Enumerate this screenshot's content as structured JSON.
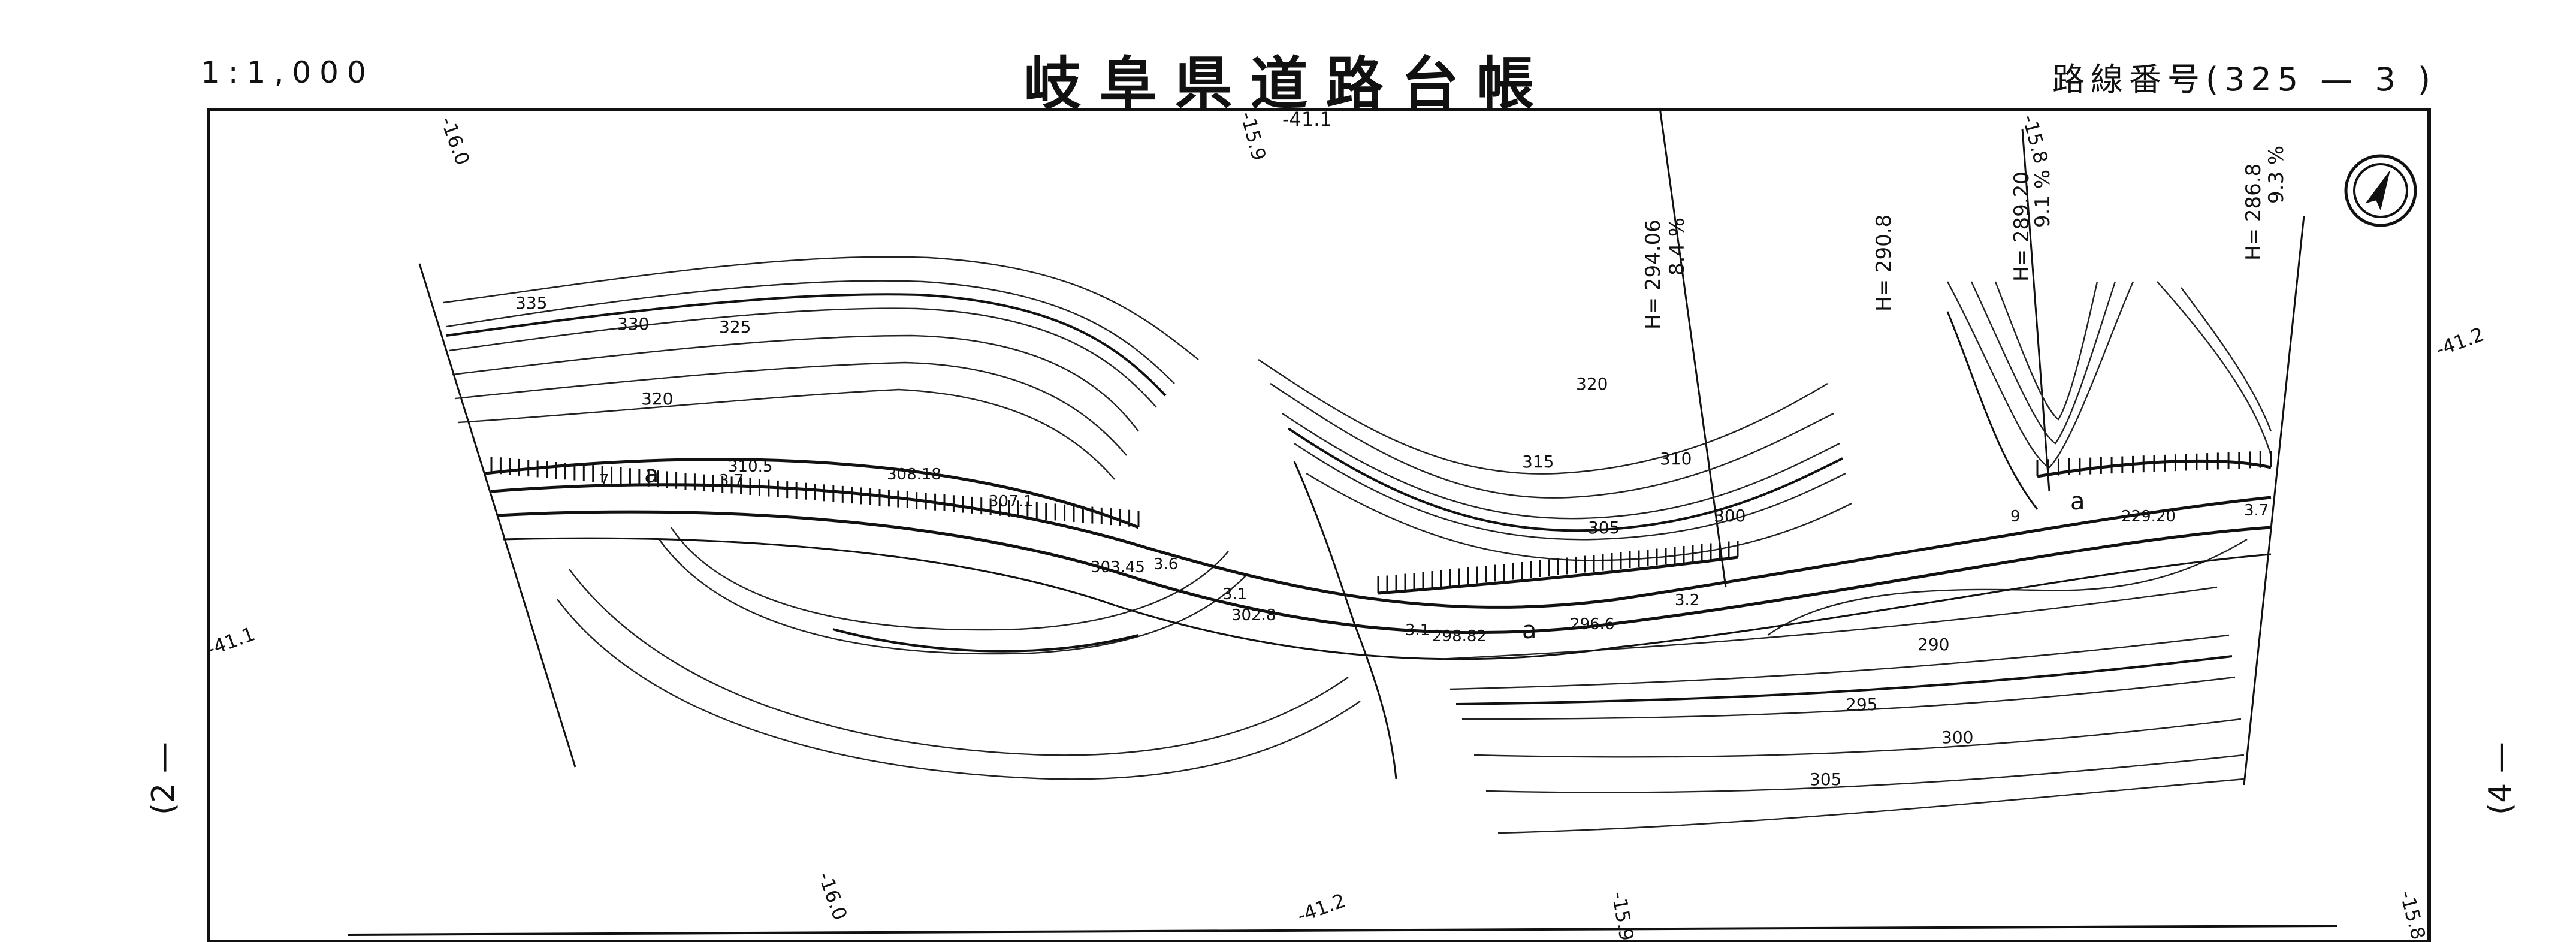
{
  "header": {
    "scale": "1:1,000",
    "title": "岐阜県道路台帳",
    "route_label": "路線番号(325 — 3 )"
  },
  "margin": {
    "left_page": "(2 — ",
    "right_page": "(4 — "
  },
  "grid_labels": [
    "-16.0",
    "-15.9",
    "-41.1",
    "-15.8",
    "-41.2",
    "-41.1",
    "-16.0",
    "-41.2",
    "-15.9",
    "-15.8"
  ],
  "contour_labels": [
    "335",
    "330",
    "325",
    "320",
    "320",
    "315",
    "310",
    "305",
    "300",
    "290",
    "295",
    "300",
    "305"
  ],
  "spot_heights": [
    "310.5",
    "308.18",
    "307.1",
    "303.45",
    "302.8",
    "298.82",
    "296.6",
    "229.20"
  ],
  "gradient_labels": [
    {
      "h": "H= 294.06",
      "pct": "8.4 %"
    },
    {
      "h": "H= 290.8",
      "pct": ""
    },
    {
      "h": "H= 289.20",
      "pct": "9.1 %"
    },
    {
      "h": "H= 286.8",
      "pct": "9.3 %"
    }
  ],
  "road_width_labels": [
    "7",
    "9",
    "3.7",
    "3.2",
    "3.6",
    "3.1",
    "3.1",
    "3.7"
  ],
  "road_marks": [
    "a",
    "a",
    "a"
  ],
  "north_arrow": "north-arrow-icon",
  "colors": {
    "line": "#111111",
    "paper": "#ffffff"
  }
}
